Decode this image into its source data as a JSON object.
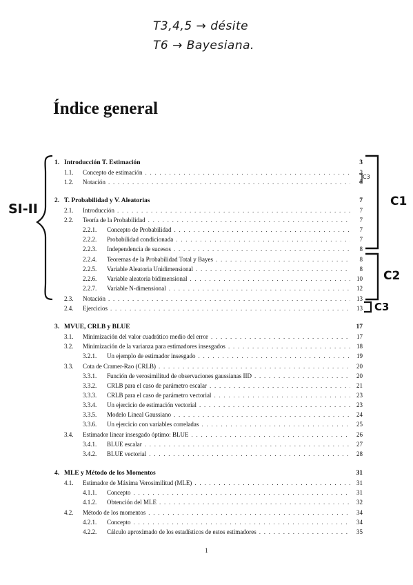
{
  "handwriting": {
    "line1": "T3,4,5 → désite",
    "line2": "T6 → Bayesiana.",
    "left_bracket_label": "SI-II",
    "c1_label": "C1",
    "c2_label": "C2",
    "c3_label": "C3",
    "c3_small_label": "C3"
  },
  "document": {
    "title": "Índice general",
    "page_number": "1",
    "entries": [
      {
        "level": 0,
        "num": "1.",
        "text": "Introducción T. Estimación",
        "page": "3"
      },
      {
        "level": 1,
        "num": "1.1.",
        "text": "Concepto de estimación",
        "page": "3"
      },
      {
        "level": 1,
        "num": "1.2.",
        "text": "Notación",
        "page": "5"
      },
      {
        "level": 0,
        "num": "2.",
        "text": "T. Probabilidad y V. Aleatorias",
        "page": "7"
      },
      {
        "level": 1,
        "num": "2.1.",
        "text": "Introducción",
        "page": "7"
      },
      {
        "level": 1,
        "num": "2.2.",
        "text": "Teoría de la Probabilidad",
        "page": "7"
      },
      {
        "level": 2,
        "num": "2.2.1.",
        "text": "Concepto de Probabilidad",
        "page": "7"
      },
      {
        "level": 2,
        "num": "2.2.2.",
        "text": "Probabilidad condicionada",
        "page": "7"
      },
      {
        "level": 2,
        "num": "2.2.3.",
        "text": "Independencia de sucesos",
        "page": "8"
      },
      {
        "level": 2,
        "num": "2.2.4.",
        "text": "Teoremas de la Probabilidad Total y Bayes",
        "page": "8"
      },
      {
        "level": 2,
        "num": "2.2.5.",
        "text": "Variable Aleatoria Unidimensional",
        "page": "8"
      },
      {
        "level": 2,
        "num": "2.2.6.",
        "text": "Variable aleatoria bidimensional",
        "page": "10"
      },
      {
        "level": 2,
        "num": "2.2.7.",
        "text": "Variable N-dimensional",
        "page": "12"
      },
      {
        "level": 1,
        "num": "2.3.",
        "text": "Notación",
        "page": "13"
      },
      {
        "level": 1,
        "num": "2.4.",
        "text": "Ejercicios",
        "page": "13"
      },
      {
        "level": 0,
        "num": "3.",
        "text": "MVUE, CRLB y BLUE",
        "page": "17"
      },
      {
        "level": 1,
        "num": "3.1.",
        "text": "Minimización del valor cuadrático medio del error",
        "page": "17"
      },
      {
        "level": 1,
        "num": "3.2.",
        "text": "Minimización de la varianza para estimadores insesgados",
        "page": "18"
      },
      {
        "level": 2,
        "num": "3.2.1.",
        "text": "Un ejemplo de estimador insesgado",
        "page": "19"
      },
      {
        "level": 1,
        "num": "3.3.",
        "text": "Cota de Cramer-Rao (CRLB)",
        "page": "20"
      },
      {
        "level": 2,
        "num": "3.3.1.",
        "text": "Función de verosimilitud de observaciones gaussianas IID",
        "page": "20"
      },
      {
        "level": 2,
        "num": "3.3.2.",
        "text": "CRLB para el caso de parámetro escalar",
        "page": "21"
      },
      {
        "level": 2,
        "num": "3.3.3.",
        "text": "CRLB para el caso de parámetro vectorial",
        "page": "23"
      },
      {
        "level": 2,
        "num": "3.3.4.",
        "text": "Un ejercicio de estimación vectorial",
        "page": "23"
      },
      {
        "level": 2,
        "num": "3.3.5.",
        "text": "Modelo Lineal Gaussiano",
        "page": "24"
      },
      {
        "level": 2,
        "num": "3.3.6.",
        "text": "Un ejercicio con variables correladas",
        "page": "25"
      },
      {
        "level": 1,
        "num": "3.4.",
        "text": "Estimador linear insesgado óptimo: BLUE",
        "page": "26"
      },
      {
        "level": 2,
        "num": "3.4.1.",
        "text": "BLUE escalar",
        "page": "27"
      },
      {
        "level": 2,
        "num": "3.4.2.",
        "text": "BLUE vectorial",
        "page": "28"
      },
      {
        "level": 0,
        "num": "4.",
        "text": "MLE y Método de los Momentos",
        "page": "31"
      },
      {
        "level": 1,
        "num": "4.1.",
        "text": "Estimador de Máxima Verosimilitud (MLE)",
        "page": "31"
      },
      {
        "level": 2,
        "num": "4.1.1.",
        "text": "Concepto",
        "page": "31"
      },
      {
        "level": 2,
        "num": "4.1.2.",
        "text": "Obtención del MLE",
        "page": "32"
      },
      {
        "level": 1,
        "num": "4.2.",
        "text": "Método de los momentos",
        "page": "34"
      },
      {
        "level": 2,
        "num": "4.2.1.",
        "text": "Concepto",
        "page": "34"
      },
      {
        "level": 2,
        "num": "4.2.2.",
        "text": "Cálculo aproximado de los estadísticos de estos estimadores",
        "page": "35"
      }
    ]
  }
}
